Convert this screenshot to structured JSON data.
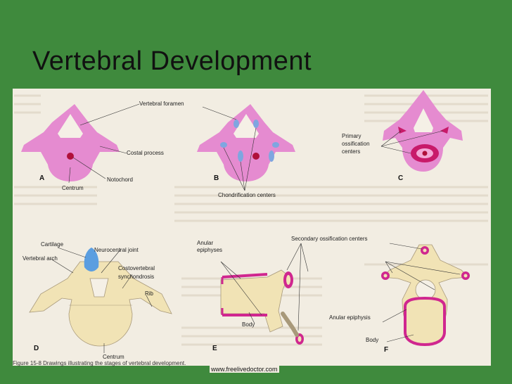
{
  "slide": {
    "title": "Vertebral Development"
  },
  "figure": {
    "panels": {
      "a": "A",
      "b": "B",
      "c": "C",
      "d": "D",
      "e": "E",
      "f": "F"
    },
    "labels": {
      "vertebral_foramen": "Vertebral foramen",
      "costal_process": "Costal process",
      "notochord": "Notochord",
      "centrum_a": "Centrum",
      "chondrification_centers": "Chondrification centers",
      "primary_ossification_1": "Primary",
      "primary_ossification_2": "ossification",
      "primary_ossification_3": "centers",
      "cartilage": "Cartilage",
      "vertebral_arch": "Vertebral arch",
      "neurocentral_joint": "Neurocentral joint",
      "costovertebral_1": "Costovertebral",
      "costovertebral_2": "synchondrosis",
      "rib": "Rib",
      "centrum_d": "Centrum",
      "anular_epiphyses_1": "Anular",
      "anular_epiphyses_2": "epiphyses",
      "secondary_ossification": "Secondary ossification centers",
      "body_e": "Body",
      "anular_epiphysis_f": "Anular epiphysis",
      "body_f": "Body"
    },
    "caption": "Figure 15-8 Drawings illustrating the stages of vertebral development.",
    "colors": {
      "cartilage_pink": "#e58bd0",
      "chondrification_blue": "#7fa6e0",
      "notochord_red": "#b0103a",
      "bone_cream": "#f1e3b5",
      "epiphysis_magenta": "#d0278f",
      "arch_blue": "#5b9ee0"
    }
  },
  "footer": {
    "url": "www.freelivedoctor.com"
  }
}
